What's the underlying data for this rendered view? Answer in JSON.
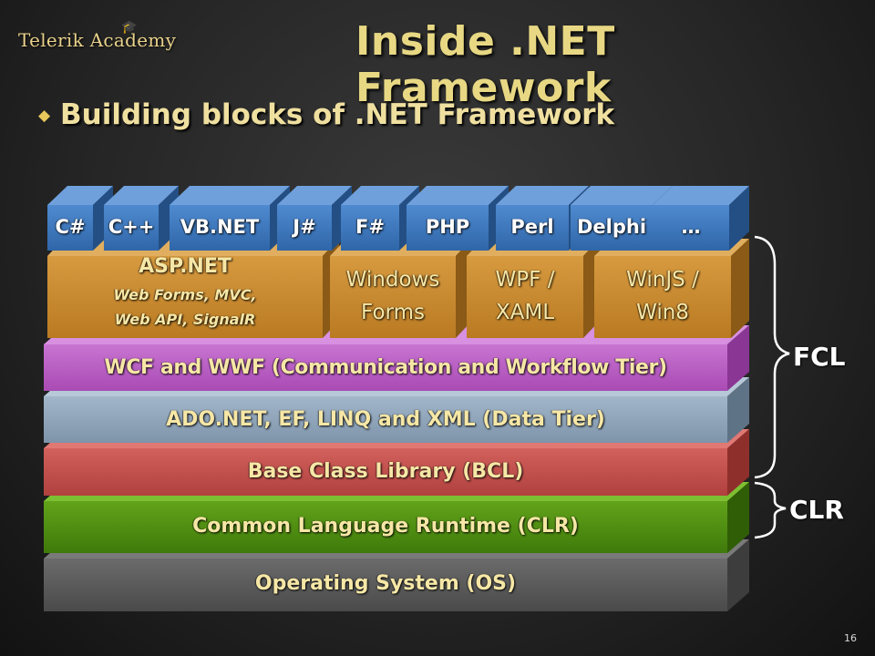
{
  "header": {
    "logo": "Telerik Academy",
    "title": "Inside .NET Framework"
  },
  "bullet": "Building blocks of .NET Framework",
  "layers": {
    "os": "Operating System (OS)",
    "clr": "Common Language Runtime (CLR)",
    "bcl": "Base Class Library (BCL)",
    "ado": "ADO.NET, EF, LINQ and XML (Data Tier)",
    "wcf": "WCF and WWF (Communication and Workflow Tier)"
  },
  "app_blocks": {
    "aspnet_title": "ASP.NET",
    "aspnet_sub1": "Web Forms, MVC,",
    "aspnet_sub2": "Web API, SignalR",
    "winforms_1": "Windows",
    "winforms_2": "Forms",
    "wpf_1": "WPF /",
    "wpf_2": "XAML",
    "winjs_1": "WinJS /",
    "winjs_2": "Win8"
  },
  "languages": [
    "C#",
    "C++",
    "VB.NET",
    "J#",
    "F#",
    "PHP",
    "Perl",
    "Delphi",
    "…"
  ],
  "braces": {
    "fcl": "FCL",
    "clr": "CLR"
  },
  "page_number": "16",
  "colors": {
    "os": "#5a5a5a",
    "clr": "#4f8a10",
    "bcl": "#c0504d",
    "ado": "#8ea3b8",
    "wcf": "#b65cc1",
    "apps": "#c7892e",
    "lang": "#3b76bd",
    "title": "#e8d884"
  }
}
